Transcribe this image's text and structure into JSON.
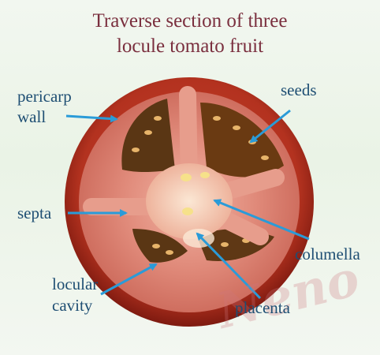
{
  "title": {
    "line1": "Traverse section of three",
    "line2": "locule tomato fruit"
  },
  "labels": {
    "pericarp_line1": "pericarp",
    "pericarp_line2": "wall",
    "seeds": "seeds",
    "septa": "septa",
    "columella": "columella",
    "locular_line1": "locular",
    "locular_line2": "cavity",
    "placenta": "placenta"
  },
  "watermark": "Neno",
  "colors": {
    "title": "#7a2f3e",
    "label": "#1e4e73",
    "arrow": "#2a9bd8",
    "skin": "#a72b20",
    "flesh": "#d9786c",
    "gel": "#5a3614"
  }
}
